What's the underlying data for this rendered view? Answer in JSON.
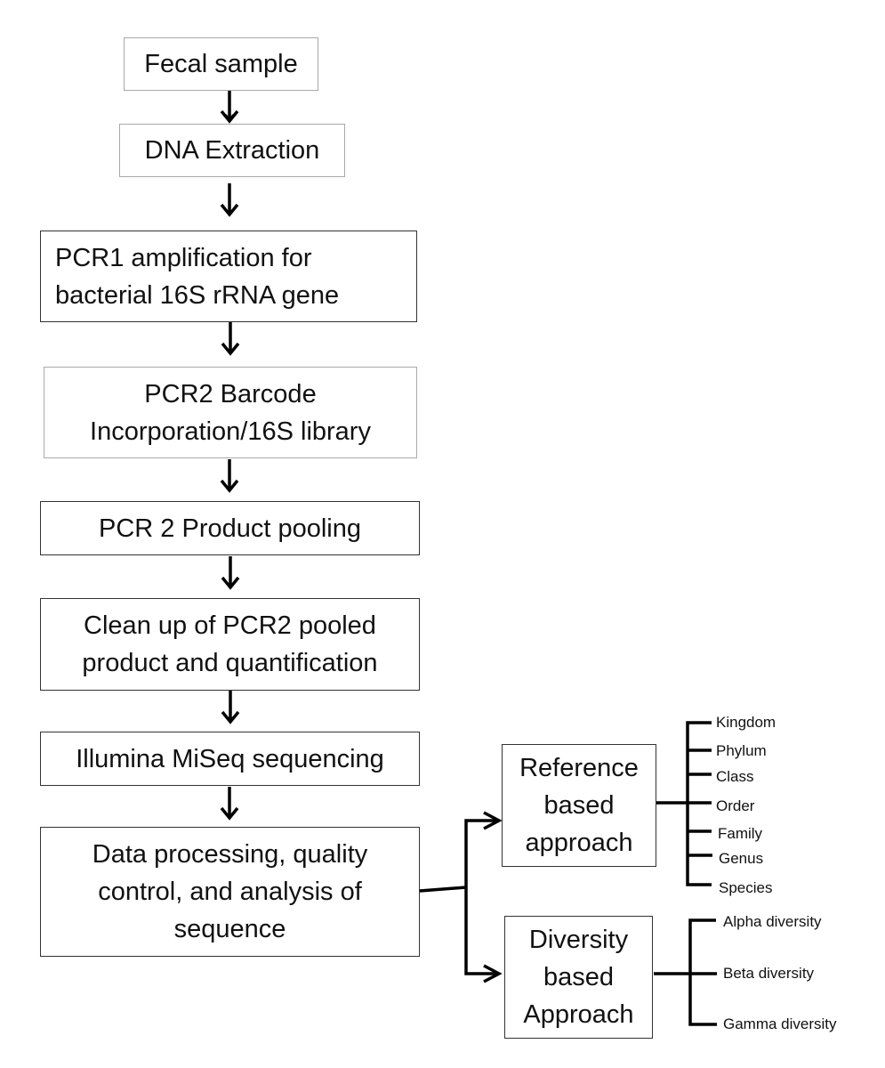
{
  "diagram": {
    "type": "flowchart",
    "main_steps": [
      {
        "id": "fecal-sample",
        "label": "Fecal sample"
      },
      {
        "id": "dna-extraction",
        "label": "DNA Extraction"
      },
      {
        "id": "pcr1-amplification",
        "label": "PCR1 amplification for\nbacterial 16S rRNA gene"
      },
      {
        "id": "pcr2-barcode",
        "label": "PCR2 Barcode\nIncorporation/16S library"
      },
      {
        "id": "pcr2-pooling",
        "label": "PCR 2 Product pooling"
      },
      {
        "id": "cleanup-quantification",
        "label": "Clean up of PCR2 pooled\nproduct and quantification"
      },
      {
        "id": "miseq-sequencing",
        "label": "Illumina MiSeq sequencing"
      },
      {
        "id": "data-processing",
        "label": "Data processing, quality\ncontrol, and analysis of\nsequence"
      }
    ],
    "branches": [
      {
        "id": "reference-based",
        "label": "Reference\nbased\napproach",
        "leaves": [
          "Kingdom",
          "Phylum",
          "Class",
          "Order",
          "Family",
          "Genus",
          "Species"
        ]
      },
      {
        "id": "diversity-based",
        "label": "Diversity\nbased\nApproach",
        "leaves": [
          "Alpha diversity",
          "Beta diversity",
          "Gamma diversity"
        ]
      }
    ]
  }
}
